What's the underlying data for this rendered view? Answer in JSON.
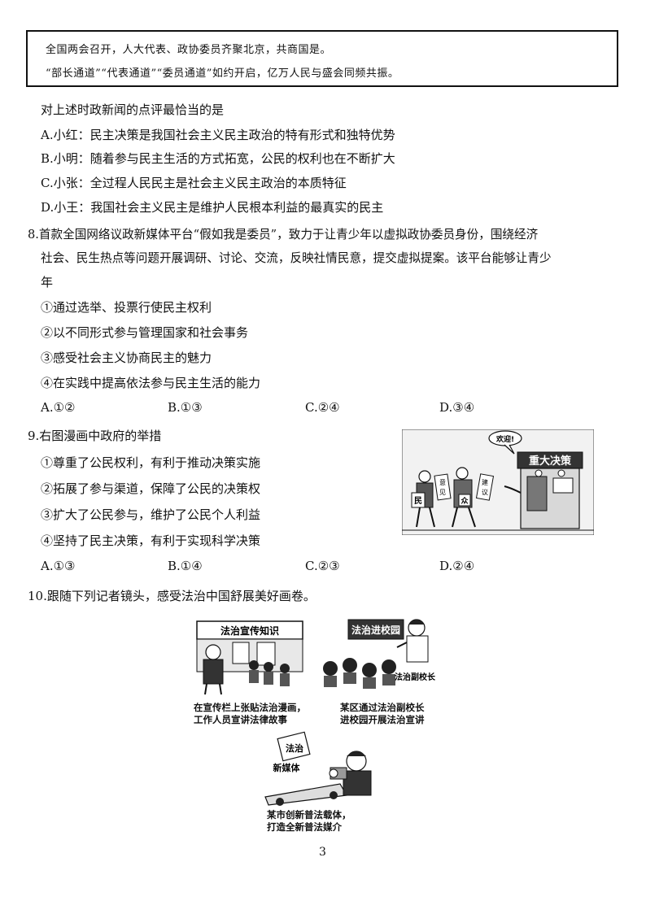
{
  "news_box": {
    "line1": "全国两会召开，人大代表、政协委员齐聚北京，共商国是。",
    "line2": "“部长通道”“代表通道”“委员通道”如约开启，亿万人民与盛会同频共振。"
  },
  "q7": {
    "stem": "对上述时政新闻的点评最恰当的是",
    "options": [
      "A.小红：民主决策是我国社会主义民主政治的特有形式和独特优势",
      "B.小明：随着参与民主生活的方式拓宽，公民的权利也在不断扩大",
      "C.小张：全过程人民民主是社会主义民主政治的本质特征",
      "D.小王：我国社会主义民主是维护人民根本利益的最真实的民主"
    ]
  },
  "q8": {
    "stem_line1": "8.首款全国网络议政新媒体平台“假如我是委员”，致力于让青少年以虚拟政协委员身份，围绕经济",
    "stem_line2": "社会、民生热点等问题开展调研、讨论、交流，反映社情民意，提交虚拟提案。该平台能够让青少",
    "stem_line3": "年",
    "items": [
      "①通过选举、投票行使民主权利",
      "②以不同形式参与管理国家和社会事务",
      "③感受社会主义协商民主的魅力",
      "④在实践中提高依法参与民主生活的能力"
    ],
    "choices": [
      "A.①②",
      "B.①③",
      "C.②④",
      "D.③④"
    ]
  },
  "q9": {
    "stem": "9.右图漫画中政府的举措",
    "items": [
      "①尊重了公民权利，有利于推动决策实施",
      "②拓展了参与渠道，保障了公民的决策权",
      "③扩大了公民参与，维护了公民个人利益",
      "④坚持了民主决策，有利于实现科学决策"
    ],
    "choices": [
      "A.①③",
      "B.①④",
      "C.②③",
      "D.②④"
    ],
    "cartoon": {
      "speech": "欢迎!",
      "building_sign": "重大决策",
      "paper1": "意见",
      "paper2": "建议",
      "person1_label": "民",
      "person2_label": "众"
    }
  },
  "q10": {
    "stem": "10.跟随下列记者镜头，感受法治中国舒展美好画卷。",
    "picture1": {
      "board": "法治宣传知识",
      "caption_line1": "在宣传栏上张贴法治漫画，",
      "caption_line2": "工作人员宣讲法律故事"
    },
    "picture2": {
      "board": "法治进校园",
      "label": "法治副校长",
      "caption_line1": "某区通过法治副校长",
      "caption_line2": "进校园开展法治宣讲"
    },
    "picture3": {
      "tag1": "法治",
      "tag2": "新媒体",
      "caption_line1": "某市创新普法载体，",
      "caption_line2": "打造全新普法媒介"
    }
  },
  "page_number": "3"
}
